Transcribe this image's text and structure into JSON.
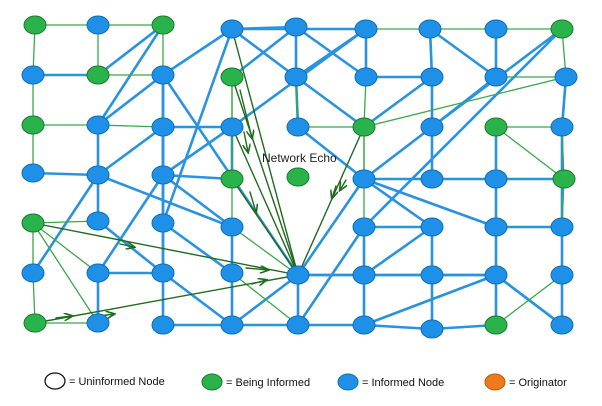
{
  "diagram": {
    "annotation": "Network Echo",
    "colors": {
      "uninformed": "#ffffff",
      "being_informed": "#2ab34a",
      "informed": "#1e90e8",
      "originator": "#f07a1a",
      "node_stroke": "#0e6fb5",
      "green_edge": "#3aa84a",
      "blue_edge": "#2a93e0",
      "arrow": "#1e6b1e"
    },
    "legend": [
      {
        "key": "uninformed",
        "label": "= Uninformed Node"
      },
      {
        "key": "being_informed",
        "label": "= Being Informed"
      },
      {
        "key": "informed",
        "label": "= Informed Node"
      },
      {
        "key": "originator",
        "label": "= Originator"
      }
    ]
  }
}
